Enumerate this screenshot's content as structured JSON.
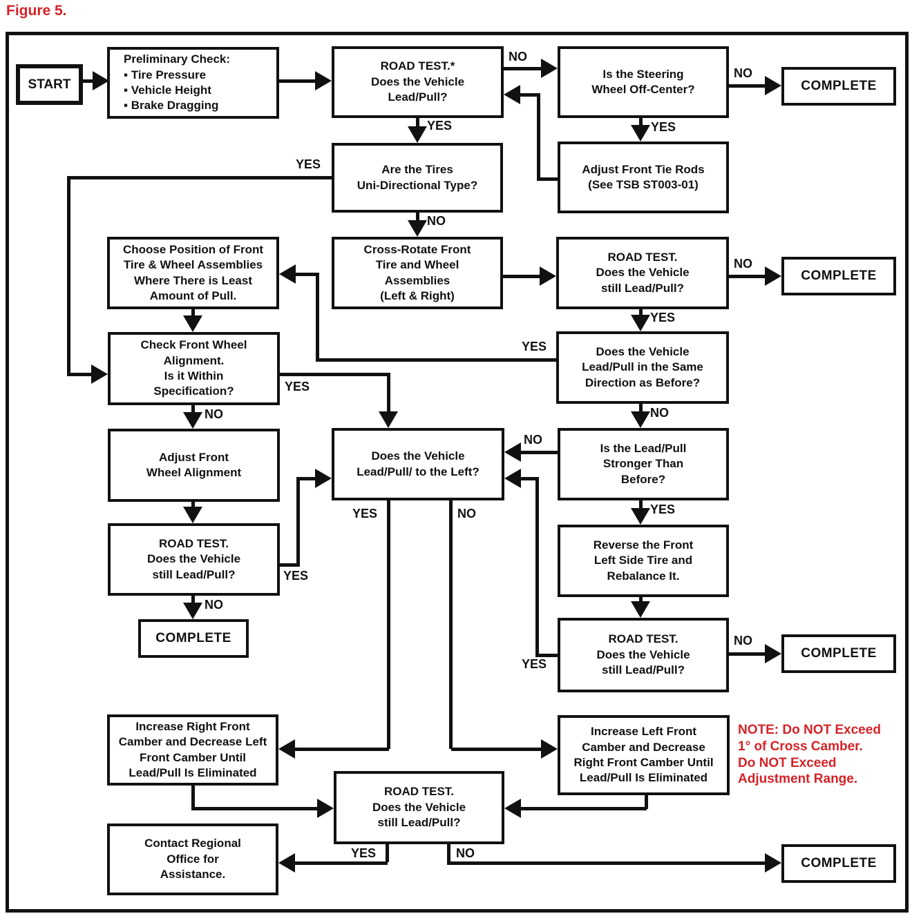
{
  "figure": {
    "label": "Figure 5."
  },
  "edge": {
    "yes": "YES",
    "no": "NO"
  },
  "colors": {
    "accent_red": "#d42328",
    "line_black": "#111111"
  },
  "node": {
    "start": "START",
    "preliminary": "Preliminary Check:\n▪ Tire Pressure\n▪ Vehicle Height\n▪ Brake Dragging",
    "road_test_first": "ROAD TEST.*\nDoes the Vehicle\nLead/Pull?",
    "steering": "Is the Steering\nWheel Off-Center?",
    "complete": "COMPLETE",
    "tie_rods": "Adjust Front Tie Rods\n(See TSB ST003-01)",
    "uni_directional": "Are the Tires\nUni-Directional Type?",
    "choose_position": "Choose Position of Front\nTire & Wheel Assemblies\nWhere There is Least\nAmount of Pull.",
    "cross_rotate": "Cross-Rotate Front\nTire and Wheel\nAssemblies\n(Left & Right)",
    "road_test_still": "ROAD TEST.\nDoes the Vehicle\nstill Lead/Pull?",
    "same_direction": "Does the Vehicle\nLead/Pull in the Same\nDirection as Before?",
    "check_alignment": "Check Front Wheel\nAlignment.\nIs it Within\nSpecification?",
    "adjust_alignment": "Adjust Front\nWheel Alignment",
    "lead_pull_left": "Does the Vehicle\nLead/Pull/ to the Left?",
    "stronger": "Is the Lead/Pull\nStronger Than\nBefore?",
    "reverse_tire": "Reverse the Front\nLeft Side Tire and\nRebalance It.",
    "increase_right": "Increase Right Front\nCamber and Decrease Left\nFront Camber Until\nLead/Pull Is Eliminated",
    "increase_left": "Increase Left Front\nCamber and Decrease\nRight Front Camber Until\nLead/Pull Is Eliminated",
    "contact_regional": "Contact Regional\nOffice for\nAssistance."
  },
  "note": {
    "text": "NOTE: Do NOT Exceed\n1° of Cross Camber.\nDo NOT Exceed\nAdjustment Range."
  }
}
